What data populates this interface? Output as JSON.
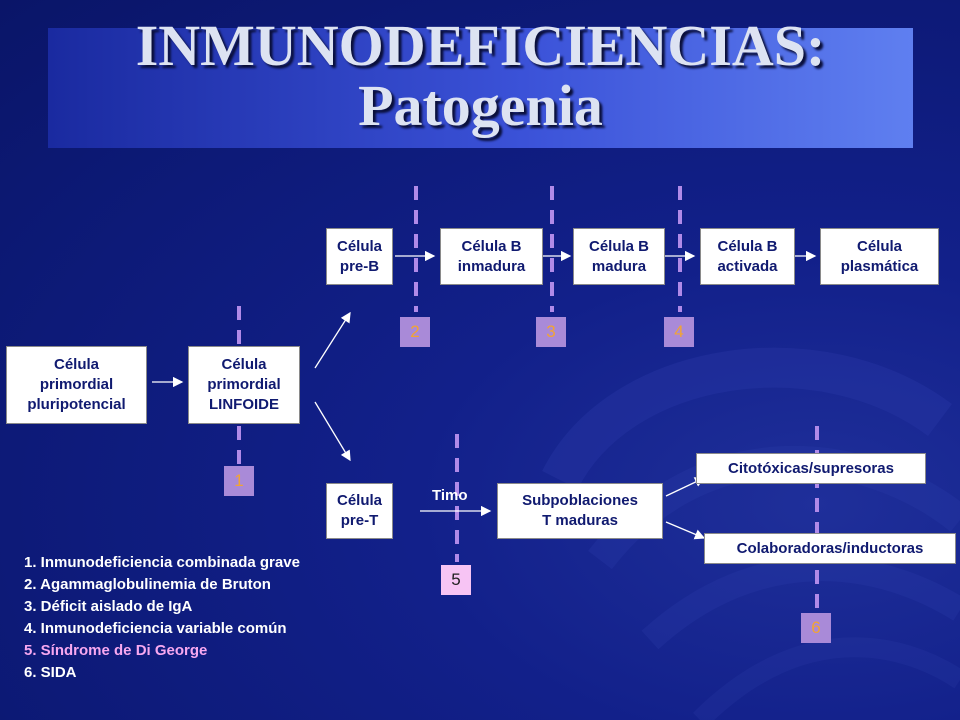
{
  "title": {
    "line1": "INMUNODEFICIENCIAS:",
    "line2": "Patogenia"
  },
  "boxes": {
    "pluripotencial": {
      "line1": "Célula",
      "line2": "primordial",
      "line3": "pluripotencial"
    },
    "linfoide": {
      "line1": "Célula",
      "line2": "primordial",
      "line3": "LINFOIDE"
    },
    "pre_b": {
      "line1": "Célula",
      "line2": "pre-B"
    },
    "b_inmadura": {
      "line1": "Célula B",
      "line2": "inmadura"
    },
    "b_madura": {
      "line1": "Célula B",
      "line2": "madura"
    },
    "b_activada": {
      "line1": "Célula B",
      "line2": "activada"
    },
    "plasmatica": {
      "line1": "Célula",
      "line2": "plasmática"
    },
    "pre_t": {
      "line1": "Célula",
      "line2": "pre-T"
    },
    "t_maduras": {
      "line1": "Subpoblaciones",
      "line2": "T maduras"
    },
    "citotoxicas": {
      "line1": "Citotóxicas/supresoras"
    },
    "colaboradoras": {
      "line1": "Colaboradoras/inductoras"
    }
  },
  "timo_label": "Timo",
  "markers": [
    "1",
    "2",
    "3",
    "4",
    "5",
    "6"
  ],
  "legend": [
    {
      "text": "1. Inmunodeficiencia combinada grave",
      "color": "#ffffff"
    },
    {
      "text": "2. Agammaglobulinemia de Bruton",
      "color": "#ffffff"
    },
    {
      "text": "3. Déficit aislado de IgA",
      "color": "#ffffff"
    },
    {
      "text": "4. Inmunodeficiencia variable común",
      "color": "#ffffff"
    },
    {
      "text": "5. Síndrome de Di George",
      "color": "#f7a8f0"
    },
    {
      "text": "6. SIDA",
      "color": "#ffffff"
    }
  ],
  "colors": {
    "background": "#12208a",
    "box_text": "#101a70",
    "dashed_line": "#b08ae8",
    "marker_orange": "#f2a433"
  }
}
